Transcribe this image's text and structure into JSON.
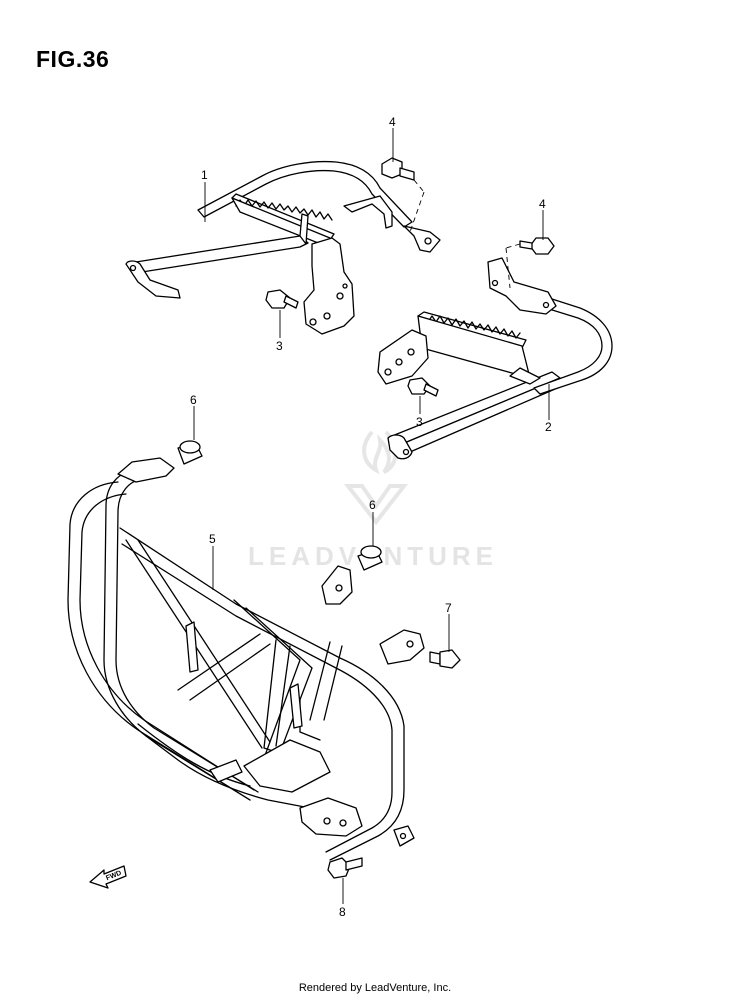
{
  "figure": {
    "title": "FIG.36"
  },
  "callouts": {
    "c1": "1",
    "c2": "2",
    "c3a": "3",
    "c3b": "3",
    "c4a": "4",
    "c4b": "4",
    "c5": "5",
    "c6a": "6",
    "c6b": "6",
    "c7": "7",
    "c8": "8"
  },
  "direction_badge": {
    "label": "FWD",
    "icon": "forward-arrow-icon"
  },
  "watermark": {
    "text": "LEADVENTURE",
    "icon": "flame-logo-icon"
  },
  "footer": {
    "credit": "Rendered by LeadVenture, Inc."
  }
}
